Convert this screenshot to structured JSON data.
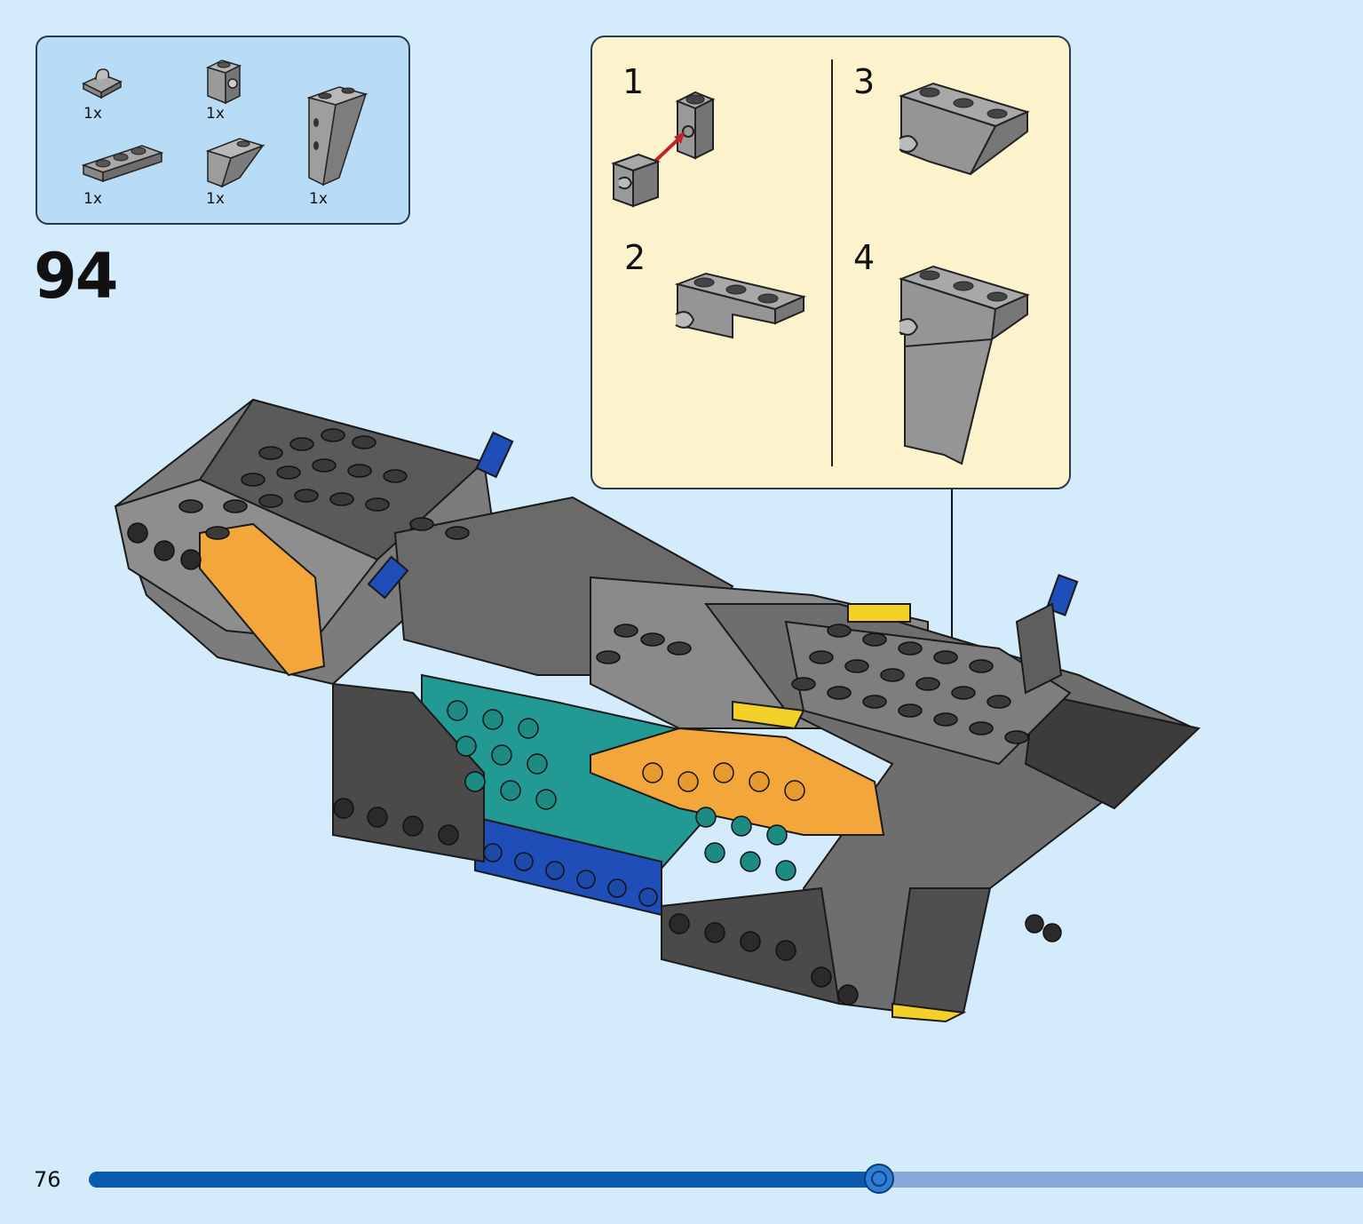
{
  "parts_list": {
    "items": [
      {
        "qty": "1x",
        "name": "plate-with-clip-icon"
      },
      {
        "qty": "1x",
        "name": "brick-with-side-stud-icon"
      },
      {
        "qty": "1x",
        "name": "slope-tall-icon"
      },
      {
        "qty": "1x",
        "name": "plate-1x3-icon"
      },
      {
        "qty": "1x",
        "name": "slope-small-icon"
      }
    ]
  },
  "step": {
    "number": "94"
  },
  "substeps": [
    {
      "label": "1"
    },
    {
      "label": "2"
    },
    {
      "label": "3"
    },
    {
      "label": "4"
    }
  ],
  "footer": {
    "page_number": "76",
    "progress": 0.62
  },
  "colors": {
    "background": "#d3ebfb",
    "parts_box": "#b9dcf6",
    "substeps_box": "#fcf3cd",
    "progress_fill": "#0a5bb0",
    "progress_track": "#86a9d8"
  }
}
